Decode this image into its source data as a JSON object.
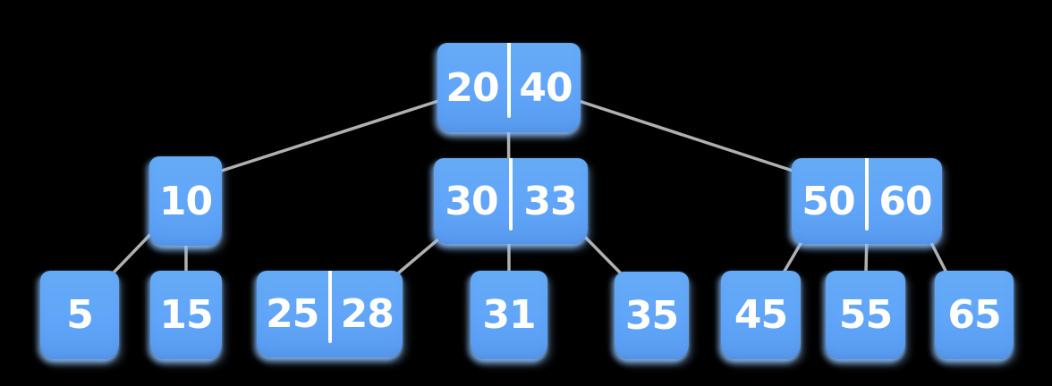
{
  "diagram": {
    "type": "b-tree",
    "nodes": {
      "root": {
        "keys": [
          "20",
          "40"
        ]
      },
      "i1": {
        "keys": [
          "10"
        ]
      },
      "i2": {
        "keys": [
          "30",
          "33"
        ]
      },
      "i3": {
        "keys": [
          "50",
          "60"
        ]
      },
      "l1": {
        "keys": [
          "5"
        ]
      },
      "l2": {
        "keys": [
          "15"
        ]
      },
      "l3": {
        "keys": [
          "25",
          "28"
        ]
      },
      "l4": {
        "keys": [
          "31"
        ]
      },
      "l5": {
        "keys": [
          "35"
        ]
      },
      "l6": {
        "keys": [
          "45"
        ]
      },
      "l7": {
        "keys": [
          "55"
        ]
      },
      "l8": {
        "keys": [
          "65"
        ]
      }
    },
    "edges": [
      [
        "20|40",
        "10"
      ],
      [
        "20|40",
        "30|33"
      ],
      [
        "20|40",
        "50|60"
      ],
      [
        "10",
        "5"
      ],
      [
        "10",
        "15"
      ],
      [
        "30|33",
        "25|28"
      ],
      [
        "30|33",
        "31"
      ],
      [
        "30|33",
        "35"
      ],
      [
        "50|60",
        "45"
      ],
      [
        "50|60",
        "55"
      ],
      [
        "50|60",
        "65"
      ]
    ]
  },
  "colors": {
    "background": "#000000",
    "node_fill": "#60a5fa",
    "node_fill_top": "#66abf5",
    "node_fill_bottom": "#599cef",
    "node_halo": "#93c5fd",
    "key_divider": "#ffffff",
    "key_text": "#ffffff",
    "connector": "#b0b0b0"
  }
}
